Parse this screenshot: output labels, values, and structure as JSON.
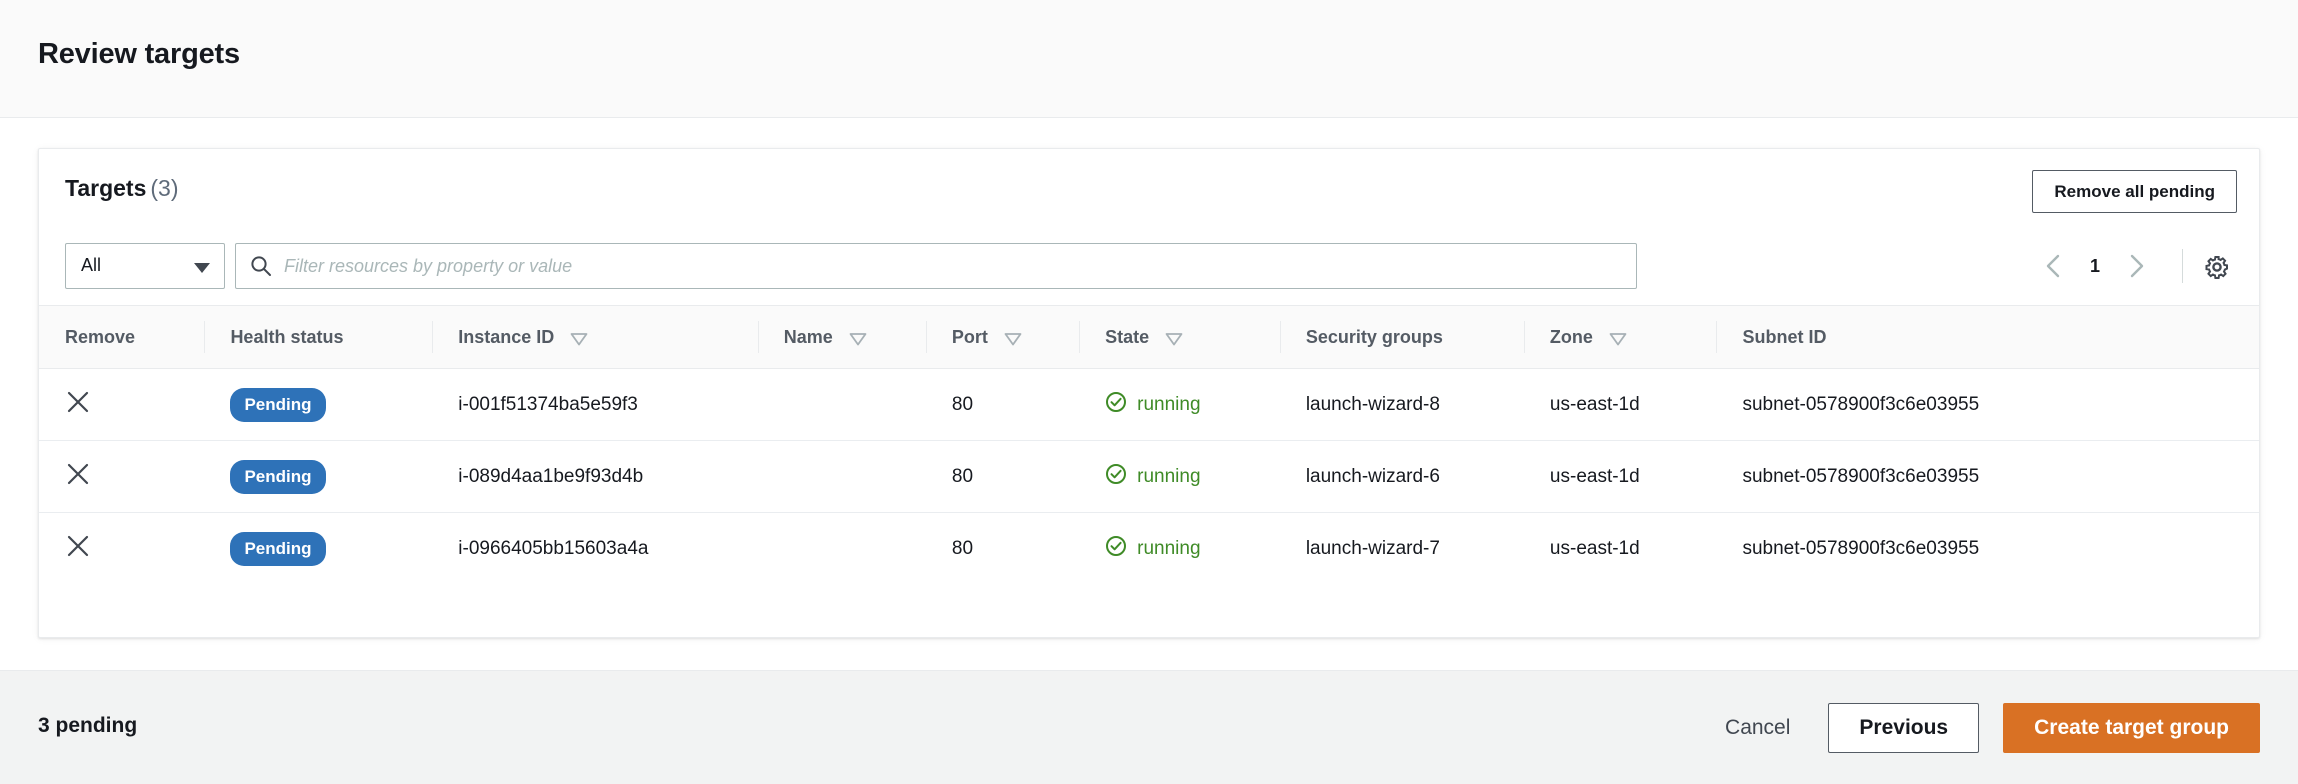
{
  "page": {
    "title": "Review targets"
  },
  "card": {
    "title": "Targets",
    "count": "(3)",
    "remove_all_label": "Remove all pending",
    "filter": {
      "select_value": "All",
      "search_placeholder": "Filter resources by property or value",
      "search_value": ""
    },
    "pagination": {
      "prev_icon": "chevron-left-icon",
      "page": "1",
      "next_icon": "chevron-right-icon",
      "settings_icon": "gear-icon"
    }
  },
  "table": {
    "columns": [
      {
        "label": "Remove",
        "sortable": false
      },
      {
        "label": "Health status",
        "sortable": false
      },
      {
        "label": "Instance ID",
        "sortable": true
      },
      {
        "label": "Name",
        "sortable": true
      },
      {
        "label": "Port",
        "sortable": true
      },
      {
        "label": "State",
        "sortable": true
      },
      {
        "label": "Security groups",
        "sortable": false
      },
      {
        "label": "Zone",
        "sortable": true
      },
      {
        "label": "Subnet ID",
        "sortable": false
      }
    ],
    "rows": [
      {
        "remove_icon": "close-x-icon",
        "health_status": "Pending",
        "instance_id": "i-001f51374ba5e59f3",
        "name": "",
        "port": "80",
        "state": "running",
        "state_icon": "check-circle-icon",
        "security_groups": "launch-wizard-8",
        "zone": "us-east-1d",
        "subnet_id": "subnet-0578900f3c6e03955"
      },
      {
        "remove_icon": "close-x-icon",
        "health_status": "Pending",
        "instance_id": "i-089d4aa1be9f93d4b",
        "name": "",
        "port": "80",
        "state": "running",
        "state_icon": "check-circle-icon",
        "security_groups": "launch-wizard-6",
        "zone": "us-east-1d",
        "subnet_id": "subnet-0578900f3c6e03955"
      },
      {
        "remove_icon": "close-x-icon",
        "health_status": "Pending",
        "instance_id": "i-0966405bb15603a4a",
        "name": "",
        "port": "80",
        "state": "running",
        "state_icon": "check-circle-icon",
        "security_groups": "launch-wizard-7",
        "zone": "us-east-1d",
        "subnet_id": "subnet-0578900f3c6e03955"
      }
    ]
  },
  "footer": {
    "pending_text": "3 pending",
    "cancel_label": "Cancel",
    "previous_label": "Previous",
    "create_label": "Create target group"
  },
  "colors": {
    "badge_blue": "#2e72b8",
    "state_green": "#3f8b27",
    "primary_orange": "#d97124",
    "header_gray": "#fafafa",
    "footer_gray": "#f2f3f3",
    "border_gray": "#e9ebed",
    "text_dark": "#16191f",
    "text_muted": "#545b64"
  }
}
